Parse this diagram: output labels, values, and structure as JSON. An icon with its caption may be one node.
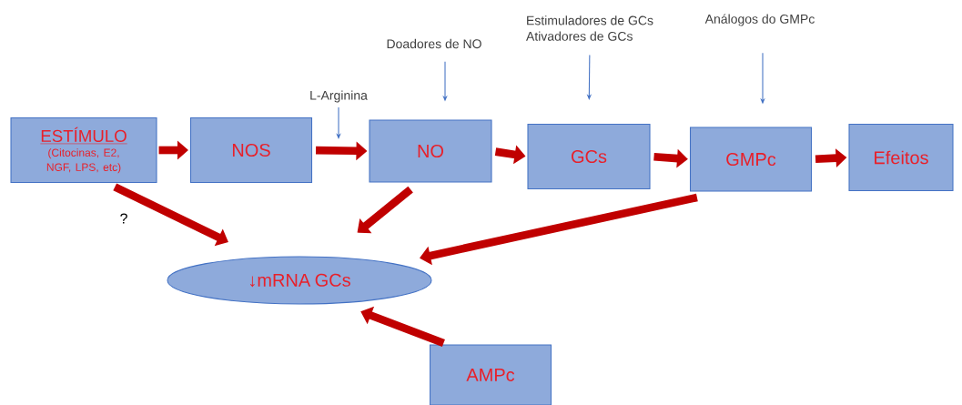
{
  "diagram": {
    "nodes": [
      {
        "text": [
          "ESTÍMULO",
          "(Citocinas, E2, NGF, LPS, etc)"
        ]
      },
      {
        "text": [
          "NOS"
        ]
      },
      {
        "text": [
          "NO"
        ]
      },
      {
        "text": [
          "GCs"
        ]
      },
      {
        "text": [
          "GMPc"
        ]
      },
      {
        "text": [
          "Efeitos"
        ]
      },
      {
        "text": [
          "↓mRNA GCs"
        ]
      },
      {
        "text": [
          "AMPc"
        ]
      },
      {
        "text": [
          "L-Arginina"
        ]
      },
      {
        "text": [
          "Doadores de NO"
        ]
      },
      {
        "text": [
          "Estimuladores de GCs",
          "Ativadores de GCs"
        ]
      },
      {
        "text": [
          "Análogos do GMPc"
        ]
      }
    ],
    "edges": [
      {
        "from": 0,
        "to": 1,
        "arrow": "to"
      },
      {
        "from": 1,
        "to": 2,
        "arrow": "to"
      },
      {
        "from": 2,
        "to": 3,
        "arrow": "to"
      },
      {
        "from": 3,
        "to": 4,
        "arrow": "to"
      },
      {
        "from": 4,
        "to": 5,
        "arrow": "to"
      },
      {
        "from": 0,
        "to": 6,
        "arrow": "to",
        "label": "?"
      },
      {
        "from": 2,
        "to": 6,
        "arrow": "to"
      },
      {
        "from": 4,
        "to": 6,
        "arrow": "to"
      },
      {
        "from": 7,
        "to": 6,
        "arrow": "to"
      },
      {
        "from": 8,
        "to": null,
        "arrow": "to",
        "color": "#4472c4"
      },
      {
        "from": 9,
        "to": 2,
        "arrow": "to",
        "color": "#4472c4"
      },
      {
        "from": 10,
        "to": 3,
        "arrow": "to",
        "color": "#4472c4"
      },
      {
        "from": 11,
        "to": 4,
        "arrow": "to",
        "color": "#4472c4"
      }
    ]
  }
}
